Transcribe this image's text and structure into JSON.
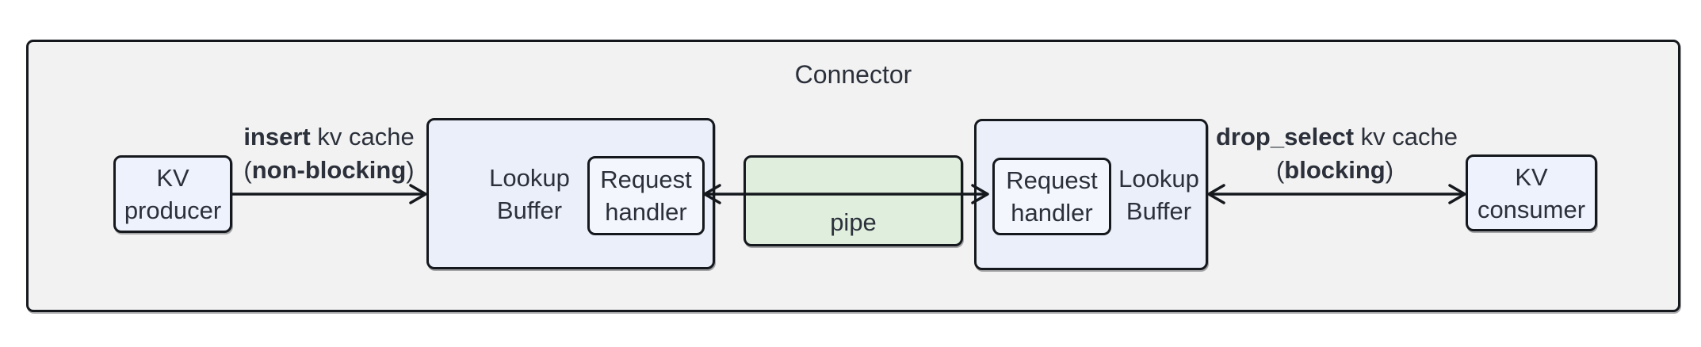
{
  "title": "Connector",
  "nodes": {
    "kv_producer": {
      "label": "KV\nproducer"
    },
    "lookup_buffer_left": {
      "label": "Lookup\nBuffer"
    },
    "request_handler_left": {
      "label": "Request\nhandler"
    },
    "pipe": {
      "label": "pipe"
    },
    "request_handler_right": {
      "label": "Request\nhandler"
    },
    "lookup_buffer_right": {
      "label": "Lookup\nBuffer"
    },
    "kv_consumer": {
      "label": "KV\nconsumer"
    }
  },
  "edges": {
    "insert": {
      "op": "insert",
      "suffix": " kv cache",
      "open": "(",
      "mode": "non-blocking",
      "close": ")"
    },
    "drop_select": {
      "op": "drop_select",
      "suffix": " kv cache",
      "open": "(",
      "mode": "blocking",
      "close": ")"
    }
  },
  "colors": {
    "canvas_bg": "#ffffff",
    "container_fill": "#f2f2f2",
    "endpoint_fill": "#eef2fc",
    "buffer_fill": "#eaeffa",
    "handler_fill": "#f3f6fd",
    "pipe_fill": "#e0eede",
    "border": "#15181c",
    "text": "#2b303a"
  }
}
